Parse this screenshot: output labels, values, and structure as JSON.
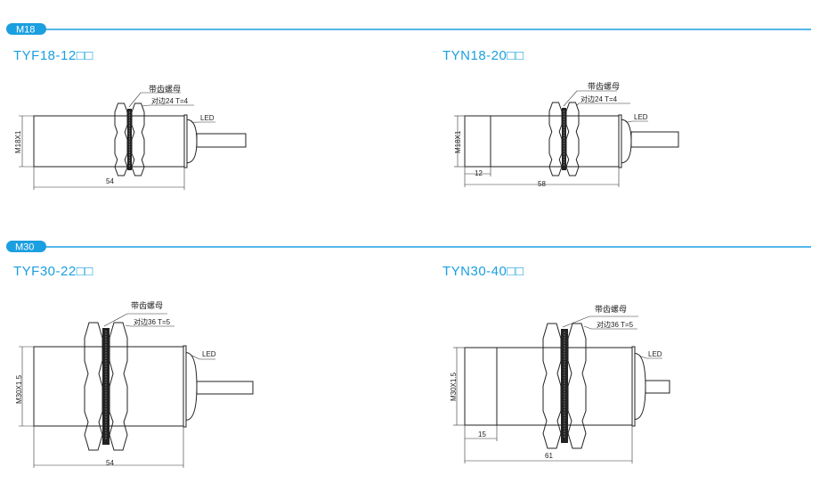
{
  "sections": [
    {
      "tag": "M18",
      "models": [
        {
          "title": "TYF18-12□□",
          "nut_label": "带齿螺母",
          "nut_spec": "对边24 T=4",
          "led": "LED",
          "thread": "M18X1",
          "length": "54"
        },
        {
          "title": "TYN18-20□□",
          "nut_label": "带齿螺母",
          "nut_spec": "对边24 T=4",
          "led": "LED",
          "thread": "M18X1",
          "front": "12",
          "length": "58"
        }
      ]
    },
    {
      "tag": "M30",
      "models": [
        {
          "title": "TYF30-22□□",
          "nut_label": "带齿螺母",
          "nut_spec": "对边36 T=5",
          "led": "LED",
          "thread": "M30X1.5",
          "length": "54"
        },
        {
          "title": "TYN30-40□□",
          "nut_label": "带齿螺母",
          "nut_spec": "对边36 T=5",
          "led": "LED",
          "thread": "M30X1.5",
          "front": "15",
          "length": "61"
        }
      ]
    }
  ],
  "accent": "#1a9fe0"
}
